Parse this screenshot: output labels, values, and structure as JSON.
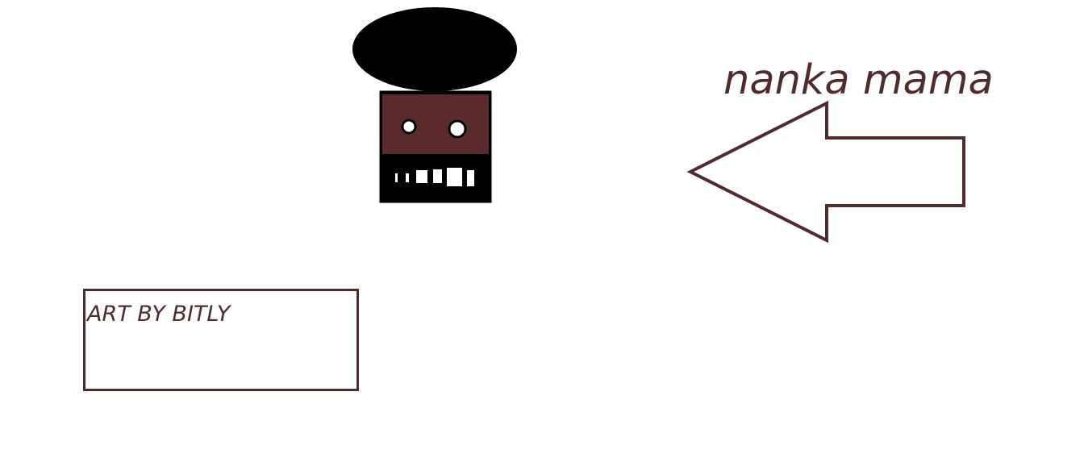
{
  "canvas": {
    "background": "#ffffff"
  },
  "character": {
    "hair_color": "#000000",
    "face_color": "#5a2a2c",
    "outline_color": "#000000",
    "eye_color": "#ffffff",
    "mouth_color": "#000000",
    "teeth_color": "#ffffff"
  },
  "arrow": {
    "direction": "left",
    "stroke_color": "#4f2b2b",
    "fill_color": "#ffffff"
  },
  "caption": {
    "text": "nanka mama",
    "color": "#4f2b2b"
  },
  "credit": {
    "text": "ART BY BITLY",
    "color": "#4f2b2b",
    "border_color": "#4f2b2b"
  }
}
